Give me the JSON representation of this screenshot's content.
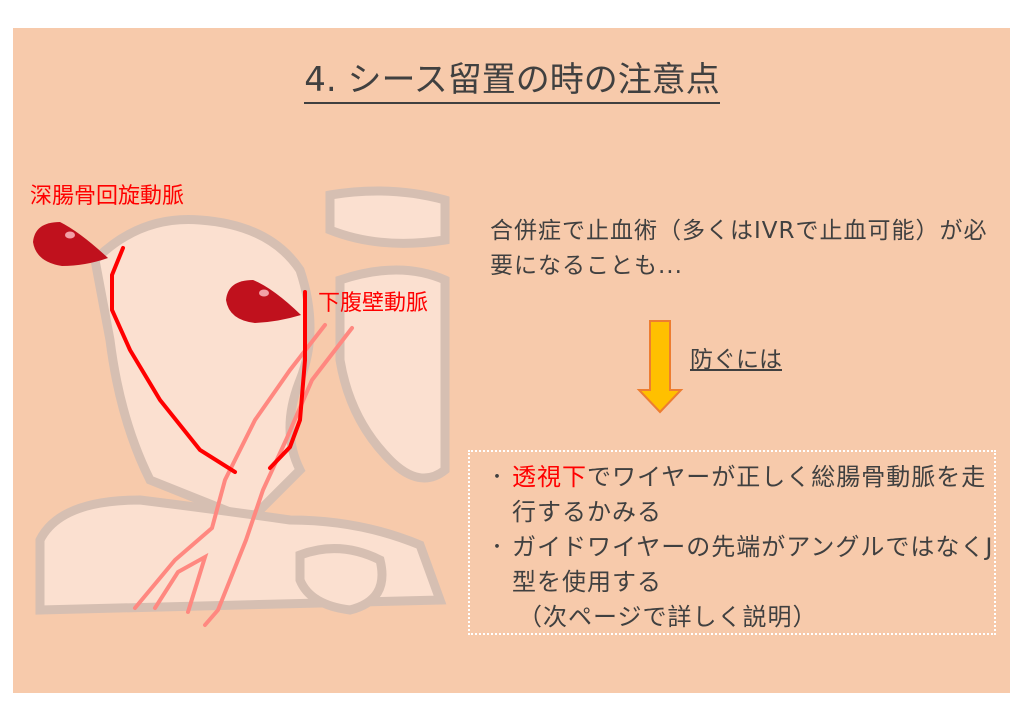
{
  "slide": {
    "title": "4. シース留置の時の注意点",
    "labels": {
      "deep_circumflex_iliac": "深腸骨回旋動脈",
      "inferior_epigastric": "下腹壁動脈"
    },
    "complication_text": "合併症で止血術（多くはIVRで止血可能）が必要になることも...",
    "prevent_label": "防ぐには",
    "bullets": [
      {
        "highlight": "透視下",
        "text": "でワイヤーが正しく総腸骨動脈を走行するかみる"
      },
      {
        "text": "ガイドワイヤーの先端がアングルではなくJ型を使用する"
      }
    ],
    "note": "（次ページで詳しく説明）",
    "colors": {
      "background": "#f7caab",
      "accent": "#ff0000",
      "arrow": "#ffc000",
      "text": "#404040"
    },
    "icons": [
      "blood-drop-icon",
      "down-arrow-icon"
    ]
  }
}
